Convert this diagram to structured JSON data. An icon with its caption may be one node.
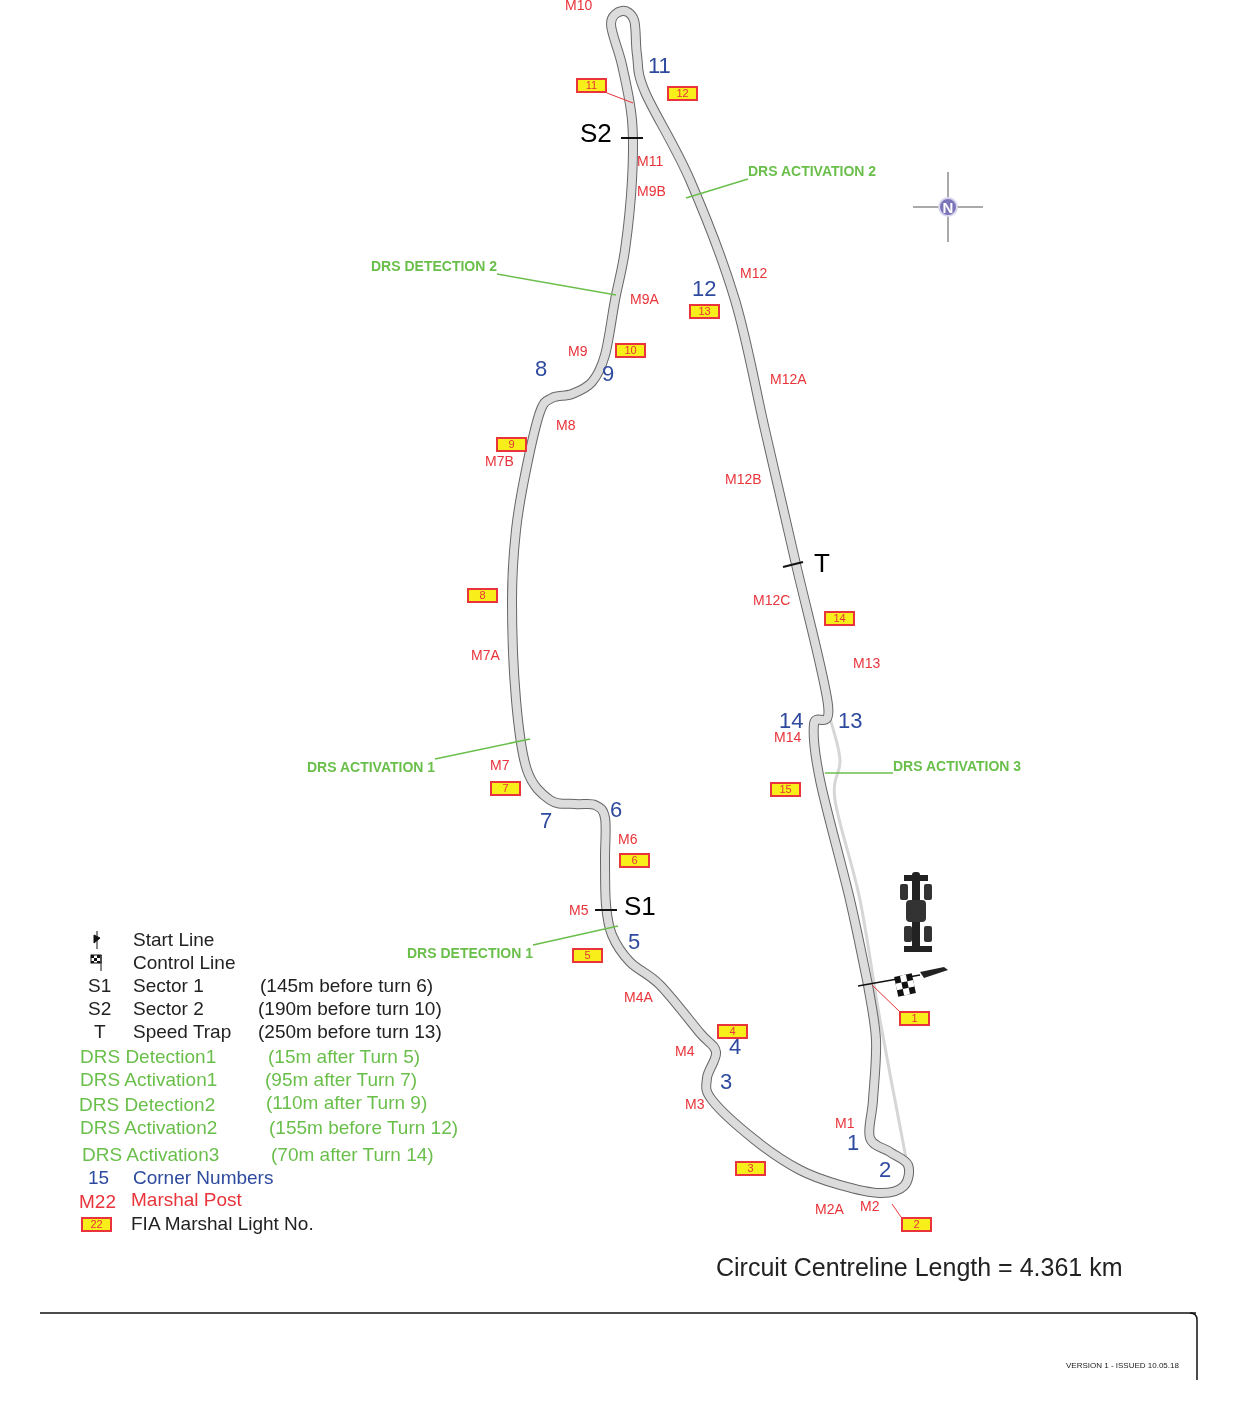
{
  "diagram": {
    "nodes": [
      {
        "text": [
          "11"
        ]
      },
      {
        "text": [
          "12"
        ]
      },
      {
        "text": [
          "DRS ACTIVATION 2"
        ]
      },
      {
        "text": [
          "DRS DETECTION 2"
        ]
      },
      {
        "text": [
          "13"
        ]
      },
      {
        "text": [
          "10"
        ]
      },
      {
        "text": [
          "9"
        ]
      },
      {
        "text": [
          "8"
        ]
      },
      {
        "text": [
          "14"
        ]
      },
      {
        "text": [
          "DRS ACTIVATION 1"
        ]
      },
      {
        "text": [
          "DRS ACTIVATION 3"
        ]
      },
      {
        "text": [
          "15"
        ]
      },
      {
        "text": [
          "7"
        ]
      },
      {
        "text": [
          "6"
        ]
      },
      {
        "text": [
          "DRS DETECTION 1"
        ]
      },
      {
        "text": [
          "5"
        ]
      },
      {
        "text": [
          "1"
        ]
      },
      {
        "text": [
          "4"
        ]
      },
      {
        "text": [
          "3"
        ]
      },
      {
        "text": [
          "2"
        ]
      },
      {
        "text": [
          "22"
        ]
      }
    ],
    "edges": [
      {
        "from": 0,
        "to": null,
        "arrow": "none",
        "color": "#e8343a"
      },
      {
        "from": 2,
        "to": null,
        "arrow": "none"
      },
      {
        "from": 3,
        "to": null,
        "arrow": "none"
      },
      {
        "from": 9,
        "to": null,
        "arrow": "none"
      },
      {
        "from": 10,
        "to": null,
        "arrow": "none"
      },
      {
        "from": 14,
        "to": null,
        "arrow": "none"
      },
      {
        "from": 16,
        "to": null,
        "arrow": "none",
        "color": "#e8343a"
      },
      {
        "from": 19,
        "to": null,
        "arrow": "none",
        "color": "#e8343a"
      }
    ],
    "labels": [
      "M10",
      "11",
      "S2",
      "M11",
      "M9B",
      "N",
      "M12",
      "12",
      "M9A",
      "M9",
      "8",
      "9",
      "M12A",
      "M8",
      "M7B",
      "M12B",
      "T",
      "M12C",
      "M7A",
      "M13",
      "14",
      "13",
      "M14",
      "M7",
      "6",
      "7",
      "M6",
      "M5",
      "S1",
      "5",
      "M4A",
      "4",
      "M4",
      "3",
      "M3",
      "M1",
      "1",
      "2",
      "M2A",
      "M2",
      "S1",
      "Sector 1",
      "(145m before turn 6)",
      "S2",
      "Sector 2",
      "(190m before turn 10)",
      "T",
      "Speed Trap",
      "(250m before turn 13)",
      "DRS Detection1",
      "(15m after Turn 5)",
      "DRS Activation1",
      "(95m after Turn 7)",
      "DRS Detection2",
      "(110m after Turn 9)",
      "DRS Activation2",
      "(155m before Turn 12)",
      "DRS Activation3",
      "(70m after Turn 14)",
      "15",
      "Corner Numbers",
      "M22",
      "Marshal Post",
      "FIA Marshal Light No.",
      "Circuit Centreline Length = 4.361 km",
      "VERSION 1 - ISSUED 10.05.18"
    ],
    "legend": [
      {
        "text": "Start Line"
      },
      {
        "text": "Control Line"
      }
    ]
  }
}
